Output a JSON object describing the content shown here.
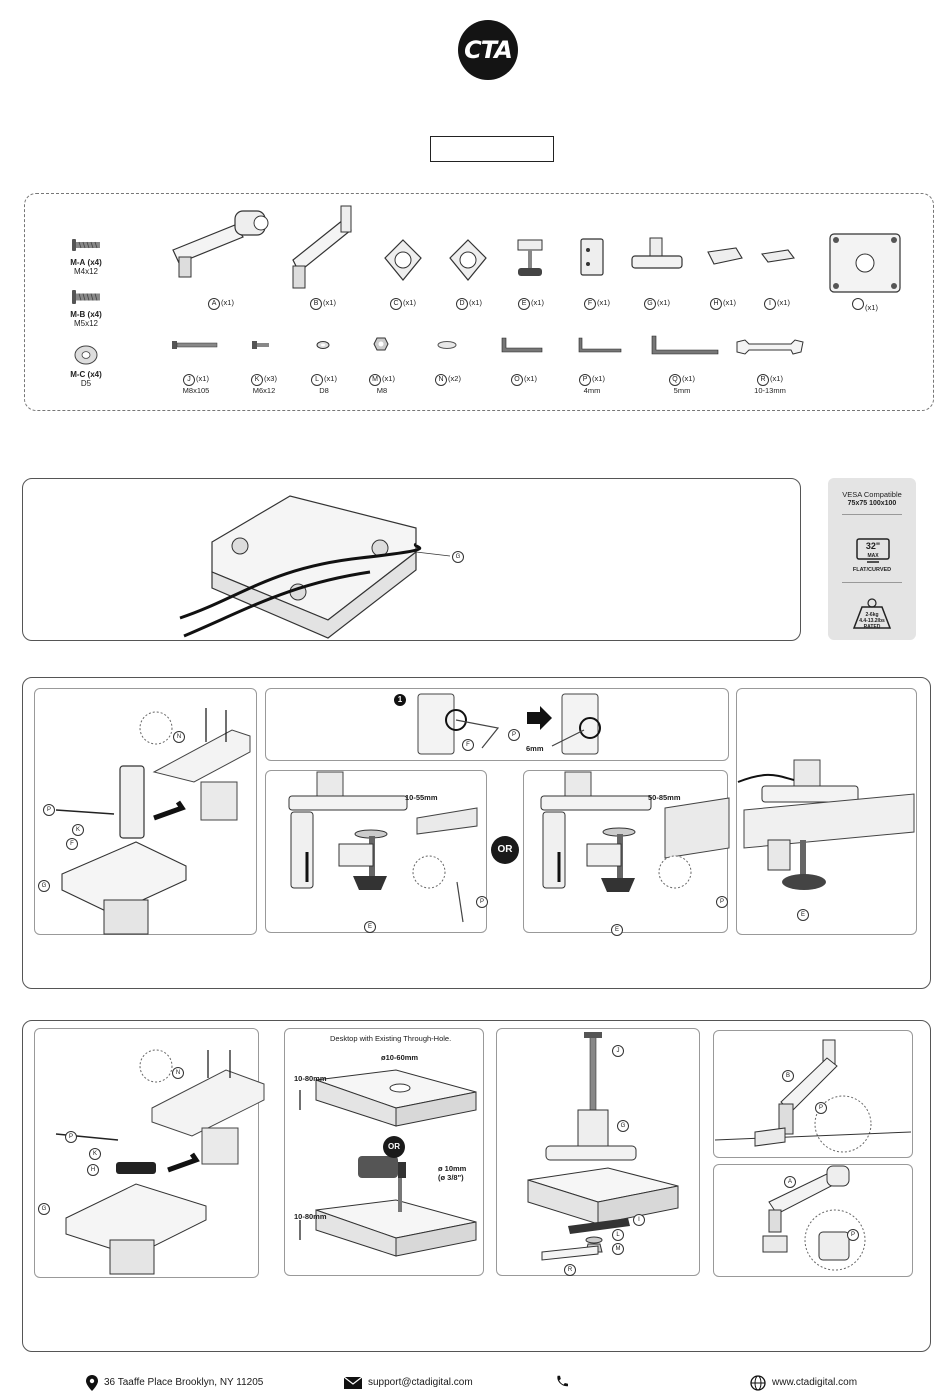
{
  "logo": {
    "text": "CTA"
  },
  "parts": {
    "row1": [
      {
        "letter": "A",
        "qty": "(x1)"
      },
      {
        "letter": "B",
        "qty": "(x1)"
      },
      {
        "letter": "C",
        "qty": "(x1)"
      },
      {
        "letter": "D",
        "qty": "(x1)"
      },
      {
        "letter": "E",
        "qty": "(x1)"
      },
      {
        "letter": "F",
        "qty": "(x1)"
      },
      {
        "letter": "G",
        "qty": "(x1)"
      },
      {
        "letter": "H",
        "qty": "(x1)"
      },
      {
        "letter": "I",
        "qty": "(x1)"
      },
      {
        "letter": "",
        "qty": "(x1)"
      }
    ],
    "row2": [
      {
        "letter": "J",
        "qty": "(x1)",
        "size": "M8x105"
      },
      {
        "letter": "K",
        "qty": "(x3)",
        "size": "M6x12"
      },
      {
        "letter": "L",
        "qty": "(x1)",
        "size": "D8"
      },
      {
        "letter": "M",
        "qty": "(x1)",
        "size": "M8"
      },
      {
        "letter": "N",
        "qty": "(x2)",
        "size": ""
      },
      {
        "letter": "O",
        "qty": "(x1)",
        "size": ""
      },
      {
        "letter": "P",
        "qty": "(x1)",
        "size": "4mm"
      },
      {
        "letter": "Q",
        "qty": "(x1)",
        "size": "5mm"
      },
      {
        "letter": "R",
        "qty": "(x1)",
        "size": "10-13mm"
      }
    ],
    "hardware": [
      {
        "name": "M-A",
        "qty": "(x4)",
        "size": "M4x12"
      },
      {
        "name": "M-B",
        "qty": "(x4)",
        "size": "M5x12"
      },
      {
        "name": "M-C",
        "qty": "(x4)",
        "size": "D5"
      }
    ]
  },
  "specs": {
    "vesa_title": "VESA Compatible",
    "vesa_sizes": "75x75 100x100",
    "screen_size": "32\"",
    "screen_max": "MAX",
    "screen_type": "FLAT/CURVED",
    "weight_range": "2-6kg",
    "weight_lbs": "4.4-13.2lbs",
    "weight_label": "RATED"
  },
  "callouts": {
    "step2": {
      "g": "G"
    },
    "step3": {
      "left": [
        "N",
        "P",
        "K",
        "F",
        "G"
      ],
      "top_step": "1",
      "top_labels": [
        "F",
        "P"
      ],
      "top_dim": "6mm",
      "clamp1_dim": "10-55mm",
      "clamp2_dim": "50-85mm",
      "clamp_letters": [
        "E",
        "P"
      ],
      "or": "OR",
      "right_letter": "E"
    },
    "step4": {
      "left": [
        "N",
        "P",
        "K",
        "H",
        "G"
      ],
      "desk_title": "Desktop with Existing Through-Hole.",
      "hole_dim": "ø10-60mm",
      "thick1": "10-80mm",
      "thick2": "10-80mm",
      "or": "OR",
      "drill": "ø 10mm",
      "drill_in": "(ø 3/8\")",
      "bolt_letters": [
        "J",
        "G",
        "I",
        "L",
        "M",
        "R"
      ],
      "arm_b": [
        "B",
        "P"
      ],
      "arm_a": [
        "A",
        "P"
      ]
    }
  },
  "footer": {
    "address": "36 Taaffe Place Brooklyn, NY 11205",
    "email": "support@ctadigital.com",
    "phone": "",
    "website": "www.ctadigital.com"
  }
}
